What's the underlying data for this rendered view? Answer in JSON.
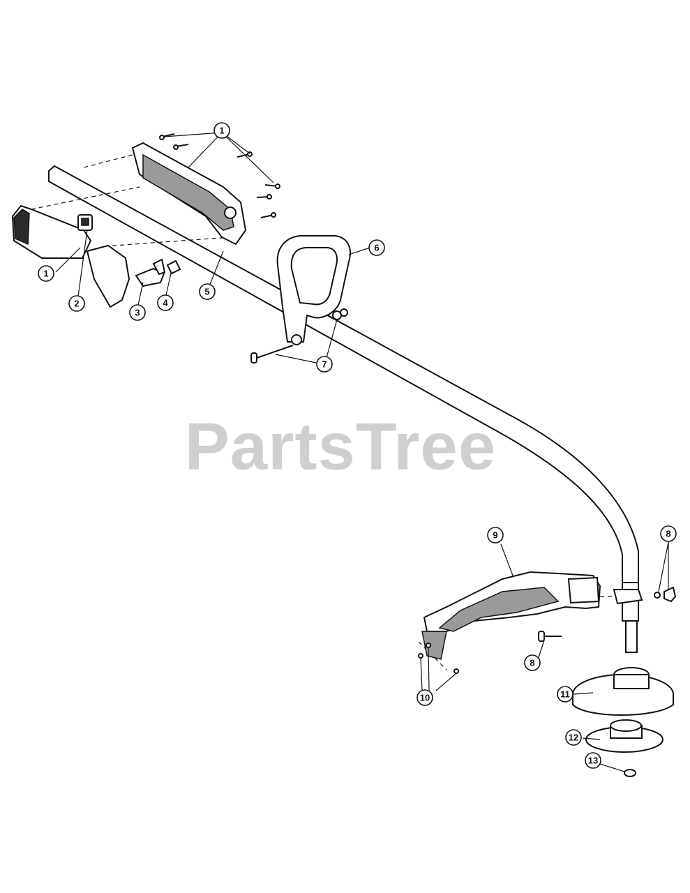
{
  "watermark": {
    "text": "PartsTree",
    "tm": "™"
  },
  "callouts": [
    {
      "id": "c1",
      "label": "1"
    },
    {
      "id": "c2",
      "label": "2"
    },
    {
      "id": "c3",
      "label": "3"
    },
    {
      "id": "c4",
      "label": "4"
    },
    {
      "id": "c5",
      "label": "5"
    },
    {
      "id": "c6",
      "label": "6"
    },
    {
      "id": "c7",
      "label": "7"
    },
    {
      "id": "c8a",
      "label": "8"
    },
    {
      "id": "c8b",
      "label": "8"
    },
    {
      "id": "c9",
      "label": "9"
    },
    {
      "id": "c10",
      "label": "10"
    },
    {
      "id": "c11",
      "label": "11"
    },
    {
      "id": "c12",
      "label": "12"
    },
    {
      "id": "c13",
      "label": "13"
    },
    {
      "id": "c14",
      "label": "1"
    }
  ]
}
